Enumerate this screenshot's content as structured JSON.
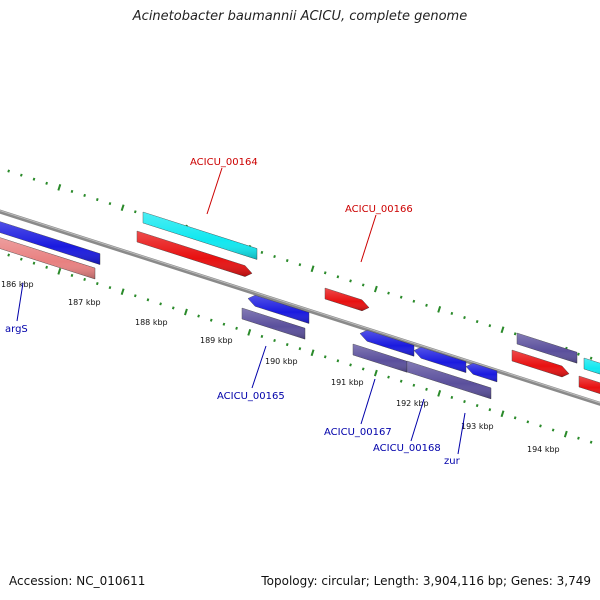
{
  "title": "Acinetobacter baumannii ACICU, complete genome",
  "footer": {
    "accession": "Accession: NC_010611",
    "summary": "Topology: circular; Length: 3,904,116 bp; Genes: 3,749"
  },
  "colors": {
    "backbone": "#808080",
    "ticks": "#2a8a2a",
    "forward_label": "#cc0000",
    "reverse_label": "#0000aa",
    "cds_blue": "#1a1adf",
    "cds_navy": "#5a4f9c",
    "cds_red": "#e81010",
    "cds_cyan": "#10e8f0",
    "cds_pink": "#e88080"
  },
  "tick_labels": [
    "186 kbp",
    "187 kbp",
    "188 kbp",
    "189 kbp",
    "190 kbp",
    "191 kbp",
    "192 kbp",
    "193 kbp",
    "194 kbp"
  ],
  "gene_labels": {
    "argS": "argS",
    "acicu_00164": "ACICU_00164",
    "acicu_00165": "ACICU_00165",
    "acicu_00166": "ACICU_00166",
    "acicu_00167": "ACICU_00167",
    "acicu_00168": "ACICU_00168",
    "zur": "zur"
  }
}
